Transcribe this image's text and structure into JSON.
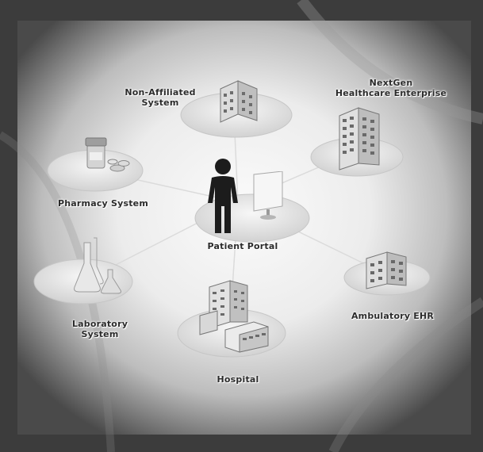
{
  "nodes": {
    "non_affiliated": {
      "line1": "Non-Affiliated",
      "line2": "System"
    },
    "nextgen": {
      "line1": "NextGen",
      "line2": "Healthcare Enterprise"
    },
    "pharmacy": {
      "line1": "Pharmacy System"
    },
    "patient_portal": {
      "line1": "Patient Portal"
    },
    "ambulatory": {
      "line1": "Ambulatory EHR"
    },
    "laboratory": {
      "line1": "Laboratory",
      "line2": "System"
    },
    "hospital": {
      "line1": "Hospital"
    }
  },
  "icons": {
    "non_affiliated": "office-building-icon",
    "nextgen": "tall-office-building-icon",
    "pharmacy": "pill-bottle-icon",
    "patient": "person-icon",
    "portal": "computer-monitor-icon",
    "ambulatory": "clinic-building-icon",
    "laboratory": "lab-flasks-icon",
    "hospital": "hospital-building-icon"
  },
  "colors": {
    "background_outer": "#3a3a3a",
    "background_inner": "#f2f2f2",
    "platform": "#e6e6e6",
    "label_text": "#2b2b2b"
  }
}
